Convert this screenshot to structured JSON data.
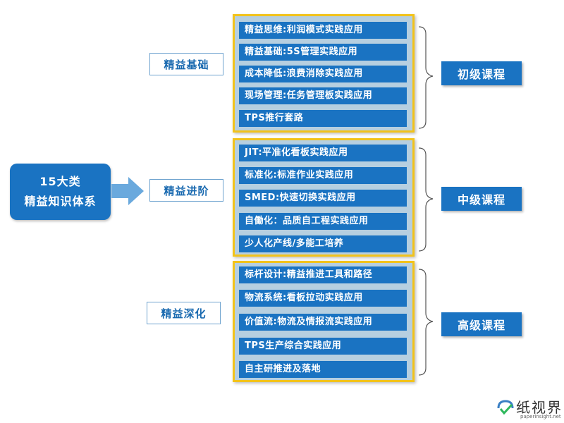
{
  "root": {
    "line1": "15大类",
    "line2": "精益知识体系"
  },
  "levels": [
    {
      "label": "精益基础"
    },
    {
      "label": "精益进阶"
    },
    {
      "label": "精益深化"
    }
  ],
  "groups": [
    {
      "course": "初级课程",
      "items": [
        "精益思维:利润模式实践应用",
        "精益基础:5S管理实践应用",
        "成本降低:浪费消除实践应用",
        "现场管理:任务管理板实践应用",
        "TPS推行套路"
      ]
    },
    {
      "course": "中级课程",
      "items": [
        "JIT:平准化看板实践应用",
        "标准化:标准作业实践应用",
        "SMED:快速切换实践应用",
        "自働化：品质自工程实践应用",
        "少人化产线/多能工培养"
      ]
    },
    {
      "course": "高级课程",
      "items": [
        "标杆设计:精益推进工具和路径",
        "物流系统:看板拉动实践应用",
        "价值流:物流及情报流实践应用",
        "TPS生产综合实践应用",
        "自主研推进及落地"
      ]
    }
  ],
  "watermark": {
    "name": "纸视界",
    "url": "paperinsight.net"
  },
  "colors": {
    "blue": "#1a73c2",
    "gold": "#f2c31b",
    "panel": "#b6cfe0"
  }
}
